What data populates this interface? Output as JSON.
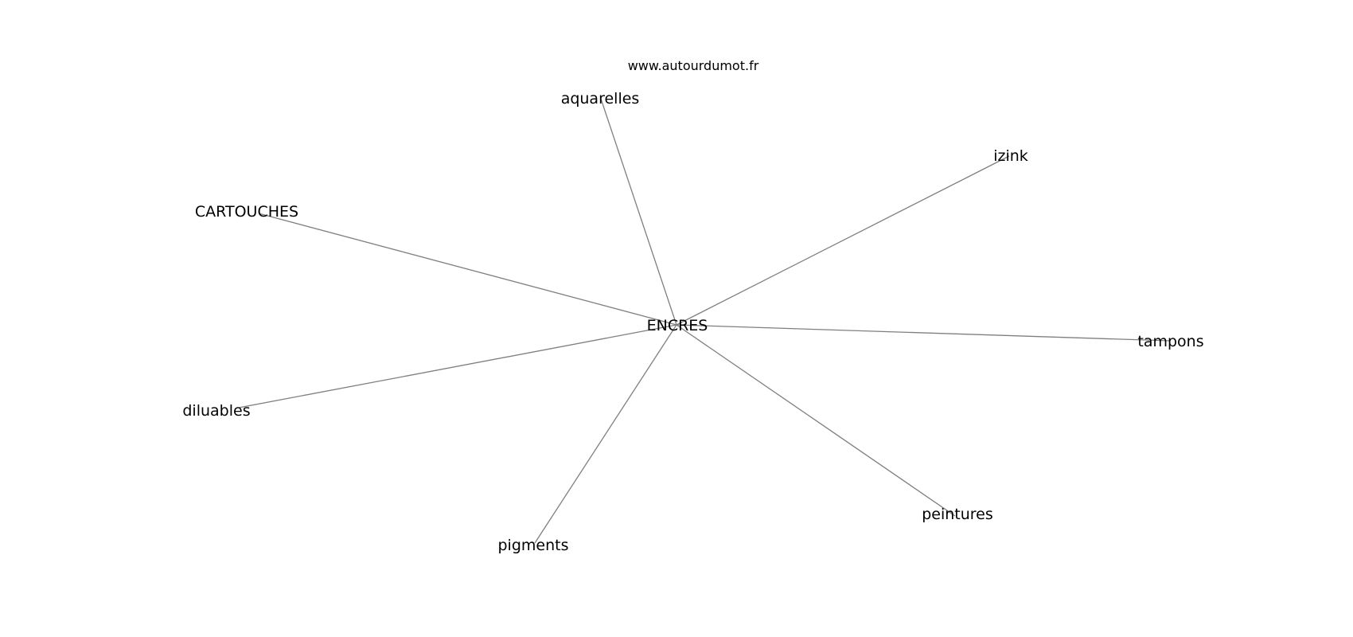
{
  "watermark": "www.autourdumot.fr",
  "graph": {
    "center": "ENCRES",
    "neighbors": [
      "aquarelles",
      "izink",
      "CARTOUCHES",
      "tampons",
      "diluables",
      "peintures",
      "pigments"
    ]
  },
  "colors": {
    "edge": "#7f7f7f",
    "text": "#000000",
    "background": "#ffffff"
  }
}
